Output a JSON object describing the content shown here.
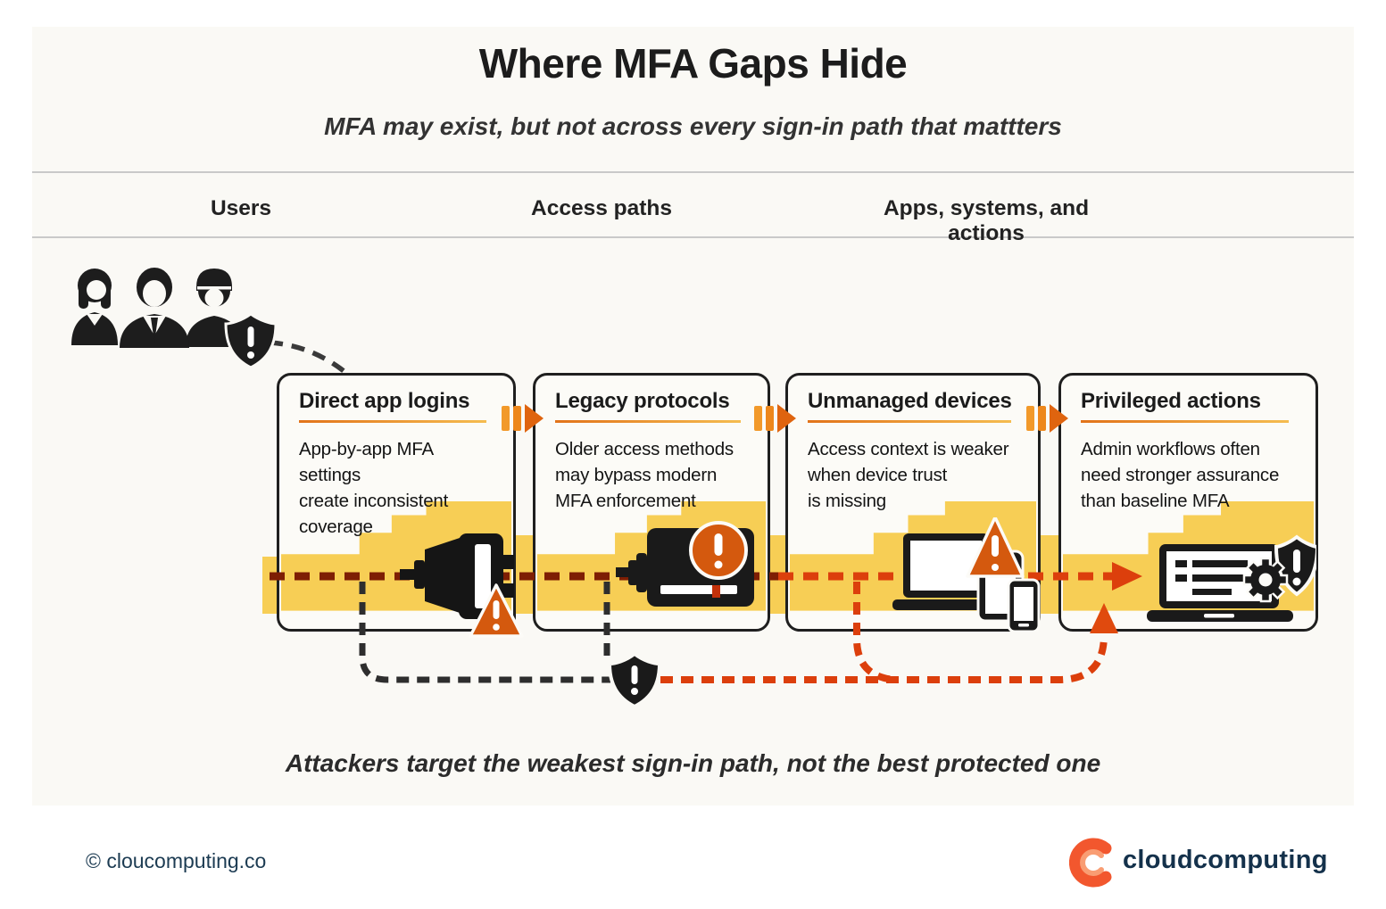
{
  "page": {
    "title": "Where MFA Gaps Hide",
    "subtitle": "MFA may exist, but not across every sign-in path that mattters",
    "bottom_note": "Attackers target the weakest sign-in path, not the best protected one"
  },
  "columns": {
    "users": "Users",
    "access_paths": "Access paths",
    "apps": "Apps, systems, and actions"
  },
  "cards": [
    {
      "title": "Direct app logins",
      "body": "App-by-app MFA settings\ncreate inconsistent\ncoverage"
    },
    {
      "title": "Legacy protocols",
      "body": "Older access methods\nmay bypass modern\nMFA enforcement"
    },
    {
      "title": "Unmanaged devices",
      "body": "Access context is weaker\nwhen device trust\nis missing"
    },
    {
      "title": "Privileged actions",
      "body": "Admin workflows often\nneed stronger assurance\nthan baseline MFA"
    }
  ],
  "footer": {
    "copyright": "© cloucomputing.co",
    "brand": "cloudcomputing"
  },
  "colors": {
    "accent_orange": "#E8821A",
    "warning_orange": "#D4590E",
    "highlight_yellow": "#F7CE55",
    "path_dark_red": "#7E1E04",
    "path_bright_red": "#DC3F0C",
    "ink": "#1D1D1D",
    "brand_navy": "#14314B",
    "brand_coral": "#F2572E"
  },
  "icons": {
    "users-group-icon": "three user silhouettes with shield badge",
    "shield-alert-icon": "shield with exclamation mark",
    "plug-icon": "app connector plug",
    "legacy-drive-icon": "legacy protocol device with alert circle",
    "devices-icon": "laptop, tablet and phone",
    "admin-console-icon": "laptop with settings gear and shield",
    "warning-triangle-icon": "orange warning triangle",
    "alert-circle-icon": "orange alert circle",
    "flow-arrow-icon": "orange step arrow",
    "brand-c-icon": "coral letter C mark"
  }
}
